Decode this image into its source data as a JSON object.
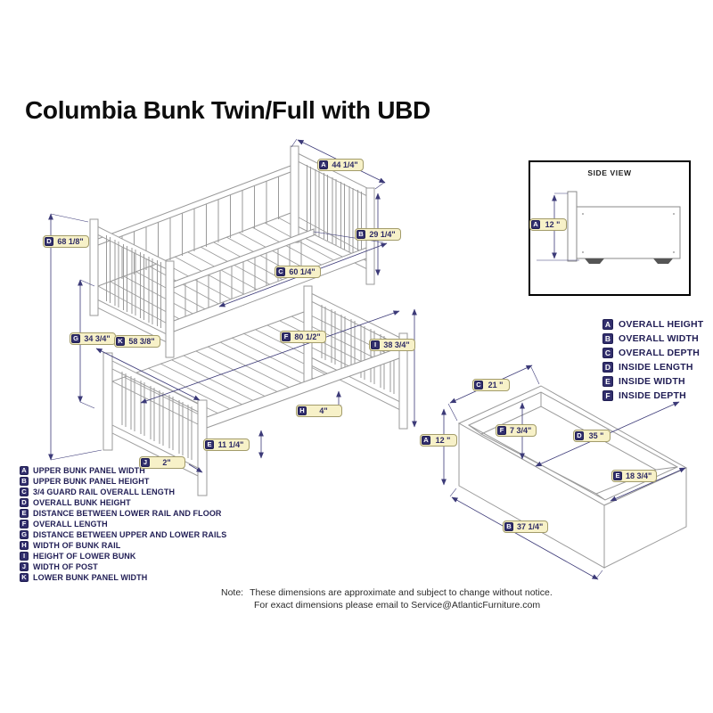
{
  "title": "Columbia Bunk Twin/Full with UBD",
  "side_view": {
    "title": "SIDE VIEW",
    "dim": {
      "letter": "A",
      "value": "12 \""
    }
  },
  "bunk_dims": {
    "A": {
      "letter": "A",
      "value": "44 1/4\""
    },
    "B": {
      "letter": "B",
      "value": "29 1/4\""
    },
    "C": {
      "letter": "C",
      "value": "60 1/4\""
    },
    "D": {
      "letter": "D",
      "value": "68 1/8\""
    },
    "E": {
      "letter": "E",
      "value": "11 1/4\""
    },
    "F": {
      "letter": "F",
      "value": "80 1/2\""
    },
    "G": {
      "letter": "G",
      "value": "34 3/4\""
    },
    "H": {
      "letter": "H",
      "value": "4\""
    },
    "I": {
      "letter": "I",
      "value": "38 3/4\""
    },
    "J": {
      "letter": "J",
      "value": "2\""
    },
    "K": {
      "letter": "K",
      "value": "58 3/8\""
    }
  },
  "drawer_dims": {
    "A": {
      "letter": "A",
      "value": "12 \""
    },
    "B": {
      "letter": "B",
      "value": "37 1/4\""
    },
    "C": {
      "letter": "C",
      "value": "21 \""
    },
    "D": {
      "letter": "D",
      "value": "35 \""
    },
    "E": {
      "letter": "E",
      "value": "18 3/4\""
    },
    "F": {
      "letter": "F",
      "value": "7 3/4\""
    }
  },
  "bunk_legend": [
    {
      "letter": "A",
      "text": "UPPER BUNK PANEL WIDTH"
    },
    {
      "letter": "B",
      "text": "UPPER BUNK PANEL HEIGHT"
    },
    {
      "letter": "C",
      "text": "3/4 GUARD RAIL OVERALL LENGTH"
    },
    {
      "letter": "D",
      "text": "OVERALL BUNK HEIGHT"
    },
    {
      "letter": "E",
      "text": "DISTANCE BETWEEN LOWER RAIL AND FLOOR"
    },
    {
      "letter": "F",
      "text": "OVERALL LENGTH"
    },
    {
      "letter": "G",
      "text": "DISTANCE BETWEEN UPPER AND LOWER RAILS"
    },
    {
      "letter": "H",
      "text": "WIDTH OF BUNK RAIL"
    },
    {
      "letter": "I",
      "text": "HEIGHT OF LOWER BUNK"
    },
    {
      "letter": "J",
      "text": "WIDTH OF POST"
    },
    {
      "letter": "K",
      "text": "LOWER BUNK PANEL WIDTH"
    }
  ],
  "drawer_legend": [
    {
      "letter": "A",
      "text": "OVERALL HEIGHT"
    },
    {
      "letter": "B",
      "text": "OVERALL WIDTH"
    },
    {
      "letter": "C",
      "text": "OVERALL DEPTH"
    },
    {
      "letter": "D",
      "text": "INSIDE LENGTH"
    },
    {
      "letter": "E",
      "text": "INSIDE WIDTH"
    },
    {
      "letter": "F",
      "text": "INSIDE DEPTH"
    }
  ],
  "note": {
    "label": "Note:",
    "line1": "These dimensions are approximate and subject to change without notice.",
    "line2": "For exact dimensions please email to Service@AtlanticFurniture.com"
  },
  "colors": {
    "line_gray": "#9a9a9a",
    "dim_navy": "#3c3a78",
    "pill_fill": "#f7f1c8",
    "badge_navy": "#322f6d"
  }
}
